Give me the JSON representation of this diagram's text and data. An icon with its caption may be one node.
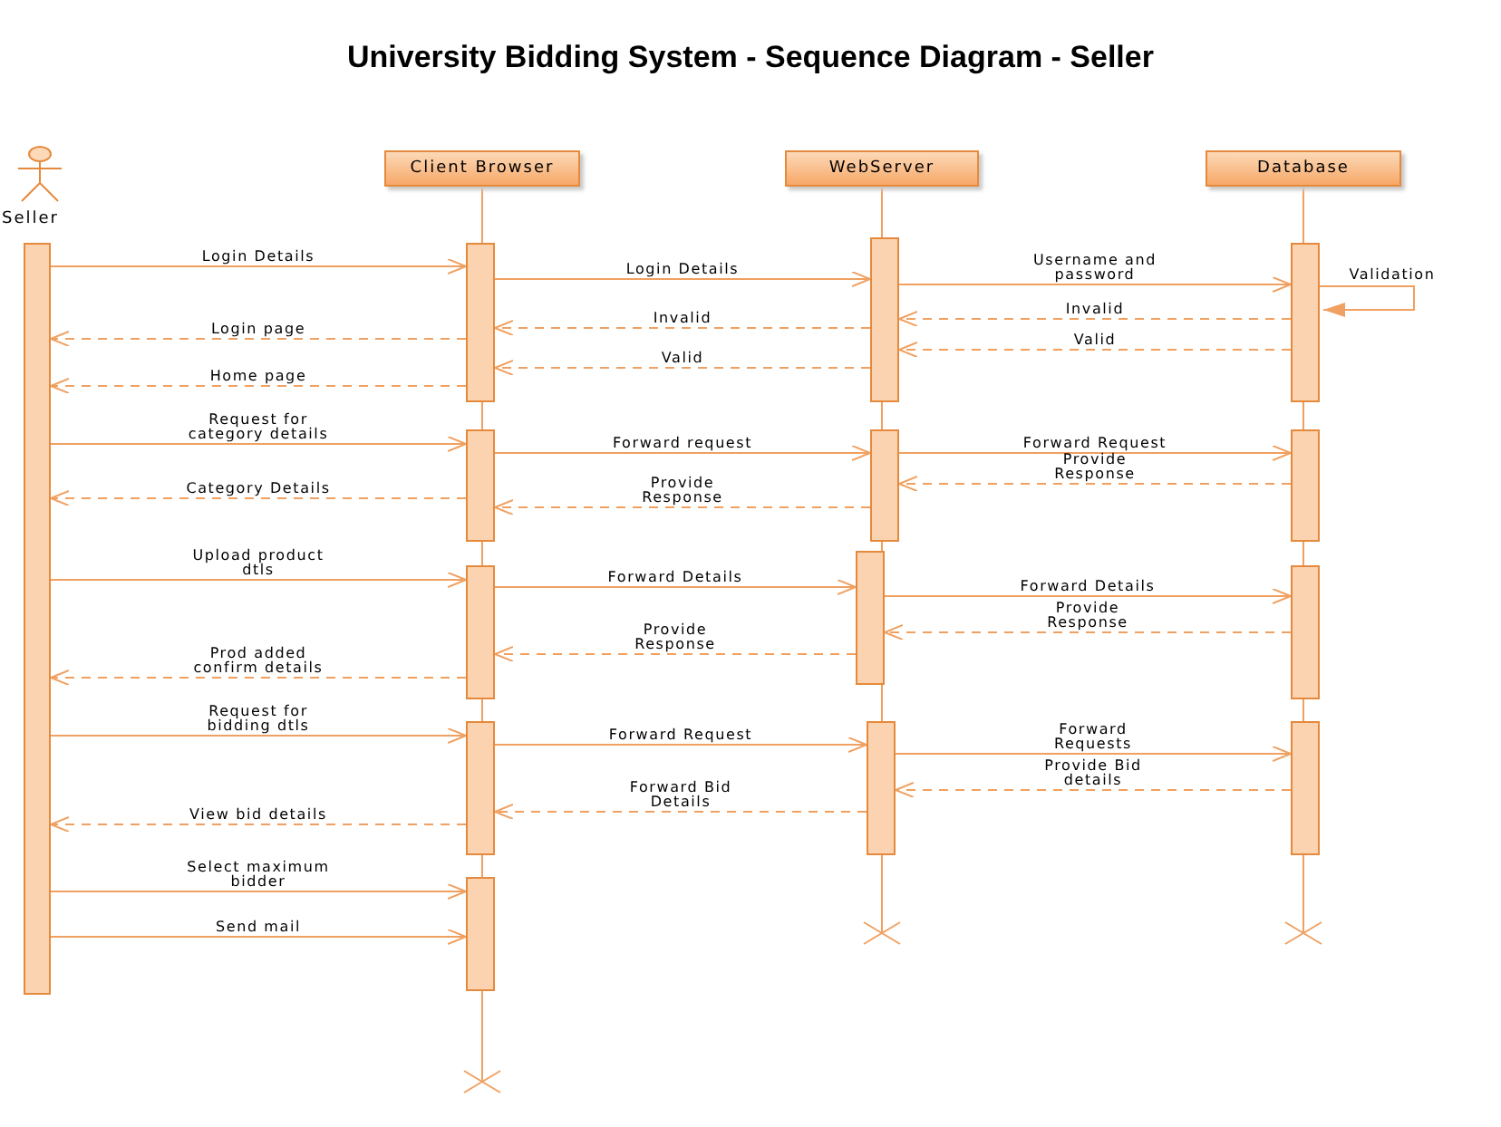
{
  "diagram": {
    "title": "University Bidding System - Sequence Diagram - Seller",
    "nodes": [
      {
        "text": [
          "Seller"
        ]
      },
      {
        "text": [
          "Client Browser"
        ]
      },
      {
        "text": [
          "WebServer"
        ]
      },
      {
        "text": [
          "Database"
        ]
      },
      {
        "text": [],
        "shape": "bar"
      },
      {
        "text": [],
        "shape": "bar"
      },
      {
        "text": [],
        "shape": "bar"
      },
      {
        "text": [],
        "shape": "bar"
      },
      {
        "text": [],
        "shape": "bar"
      },
      {
        "text": [],
        "shape": "bar"
      },
      {
        "text": [],
        "shape": "bar"
      },
      {
        "text": [],
        "shape": "bar"
      },
      {
        "text": [],
        "shape": "bar"
      },
      {
        "text": [],
        "shape": "bar"
      },
      {
        "text": [],
        "shape": "bar"
      },
      {
        "text": [],
        "shape": "bar"
      },
      {
        "text": [],
        "shape": "bar"
      },
      {
        "text": [],
        "shape": "bar"
      }
    ],
    "edges": [
      {
        "from": 4,
        "to": 5,
        "arrow": "to",
        "label": "Login Details"
      },
      {
        "from": 5,
        "to": 10,
        "arrow": "to",
        "label": "Login Details"
      },
      {
        "from": 10,
        "to": 14,
        "arrow": "to",
        "label": "Username and password"
      },
      {
        "from": 14,
        "to": 14,
        "arrow": "to",
        "label": "Validation"
      },
      {
        "from": 14,
        "to": 10,
        "arrow": "to",
        "style": "dashed",
        "label": "Invalid"
      },
      {
        "from": 10,
        "to": 5,
        "arrow": "to",
        "style": "dashed",
        "label": "Invalid"
      },
      {
        "from": 5,
        "to": 4,
        "arrow": "to",
        "style": "dashed",
        "label": "Login page"
      },
      {
        "from": 14,
        "to": 10,
        "arrow": "to",
        "style": "dashed",
        "label": "Valid"
      },
      {
        "from": 10,
        "to": 5,
        "arrow": "to",
        "style": "dashed",
        "label": "Valid"
      },
      {
        "from": 5,
        "to": 4,
        "arrow": "to",
        "style": "dashed",
        "label": "Home page"
      },
      {
        "from": 4,
        "to": 6,
        "arrow": "to",
        "label": "Request for category details"
      },
      {
        "from": 6,
        "to": 11,
        "arrow": "to",
        "label": "Forward request"
      },
      {
        "from": 11,
        "to": 15,
        "arrow": "to",
        "label": "Forward Request"
      },
      {
        "from": 15,
        "to": 11,
        "arrow": "to",
        "style": "dashed",
        "label": "Provide Response"
      },
      {
        "from": 6,
        "to": 4,
        "arrow": "to",
        "style": "dashed",
        "label": "Category Details"
      },
      {
        "from": 11,
        "to": 6,
        "arrow": "to",
        "style": "dashed",
        "label": "Provide Response"
      },
      {
        "from": 4,
        "to": 7,
        "arrow": "to",
        "label": "Upload product dtls"
      },
      {
        "from": 7,
        "to": 12,
        "arrow": "to",
        "label": "Forward Details"
      },
      {
        "from": 12,
        "to": 16,
        "arrow": "to",
        "label": "Forward Details"
      },
      {
        "from": 16,
        "to": 12,
        "arrow": "to",
        "style": "dashed",
        "label": "Provide Response"
      },
      {
        "from": 12,
        "to": 7,
        "arrow": "to",
        "style": "dashed",
        "label": "Provide Response"
      },
      {
        "from": 7,
        "to": 4,
        "arrow": "to",
        "style": "dashed",
        "label": "Prod added confirm details"
      },
      {
        "from": 4,
        "to": 8,
        "arrow": "to",
        "label": "Request for bidding dtls"
      },
      {
        "from": 8,
        "to": 13,
        "arrow": "to",
        "label": "Forward Request"
      },
      {
        "from": 13,
        "to": 17,
        "arrow": "to",
        "label": "Forward Requests"
      },
      {
        "from": 17,
        "to": 13,
        "arrow": "to",
        "style": "dashed",
        "label": "Provide Bid details"
      },
      {
        "from": 13,
        "to": 8,
        "arrow": "to",
        "style": "dashed",
        "label": "Forward Bid Details"
      },
      {
        "from": 8,
        "to": 4,
        "arrow": "to",
        "style": "dashed",
        "label": "View bid details"
      },
      {
        "from": 4,
        "to": 9,
        "arrow": "to",
        "label": "Select maximum bidder"
      },
      {
        "from": 4,
        "to": 9,
        "arrow": "to",
        "label": "Send mail"
      }
    ]
  }
}
